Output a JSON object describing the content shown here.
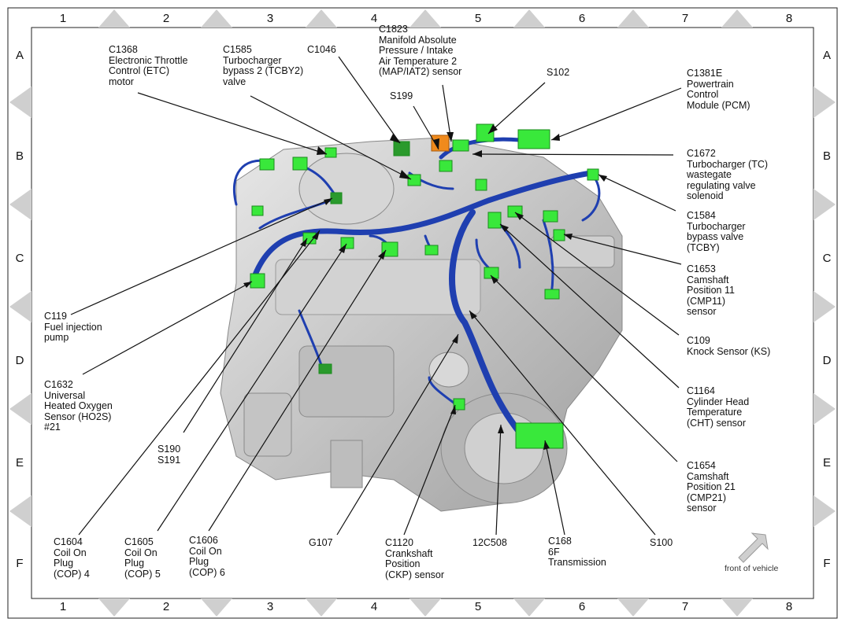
{
  "grid": {
    "columns": [
      "1",
      "2",
      "3",
      "4",
      "5",
      "6",
      "7",
      "8"
    ],
    "rows": [
      "A",
      "B",
      "C",
      "D",
      "E",
      "F"
    ]
  },
  "callouts": {
    "c1368": "C1368\nElectronic Throttle\nControl (ETC)\nmotor",
    "c1585": "C1585\nTurbocharger\nbypass 2 (TCBY2)\nvalve",
    "c1046": "C1046",
    "c1823": "C1823\nManifold Absolute\nPressure / Intake\nAir Temperature 2\n(MAP/IAT2) sensor",
    "s102": "S102",
    "c1381e": "C1381E\nPowertrain\nControl\nModule (PCM)",
    "s199": "S199",
    "c1672": "C1672\nTurbocharger (TC)\nwastegate\nregulating valve\nsolenoid",
    "c1584": "C1584\nTurbocharger\nbypass valve\n(TCBY)",
    "c1653": "C1653\nCamshaft\nPosition 11\n(CMP11)\nsensor",
    "c109": "C109\nKnock Sensor (KS)",
    "c1164": "C1164\nCylinder Head\nTemperature\n(CHT) sensor",
    "c1654": "C1654\nCamshaft\nPosition 21\n(CMP21)\nsensor",
    "c119": "C119\nFuel injection\npump",
    "c1632": "C1632\nUniversal\nHeated Oxygen\nSensor (HO2S)\n#21",
    "s190": "S190\nS191",
    "c1604": "C1604\nCoil On\nPlug\n(COP) 4",
    "c1605": "C1605\nCoil On\nPlug\n(COP) 5",
    "c1606": "C1606\nCoil On\nPlug\n(COP) 6",
    "g107": "G107",
    "c1120": "C1120\nCrankshaft\nPosition\n(CKP) sensor",
    "c12c508": "12C508",
    "c168": "C168\n6F\nTransmission",
    "s100": "S100"
  },
  "orientation_label": "front of vehicle",
  "colors": {
    "harness": "#1f3fb0",
    "connector": "#39e83b",
    "engine": "#c9c9c9",
    "highlight": "#f08a1c"
  }
}
